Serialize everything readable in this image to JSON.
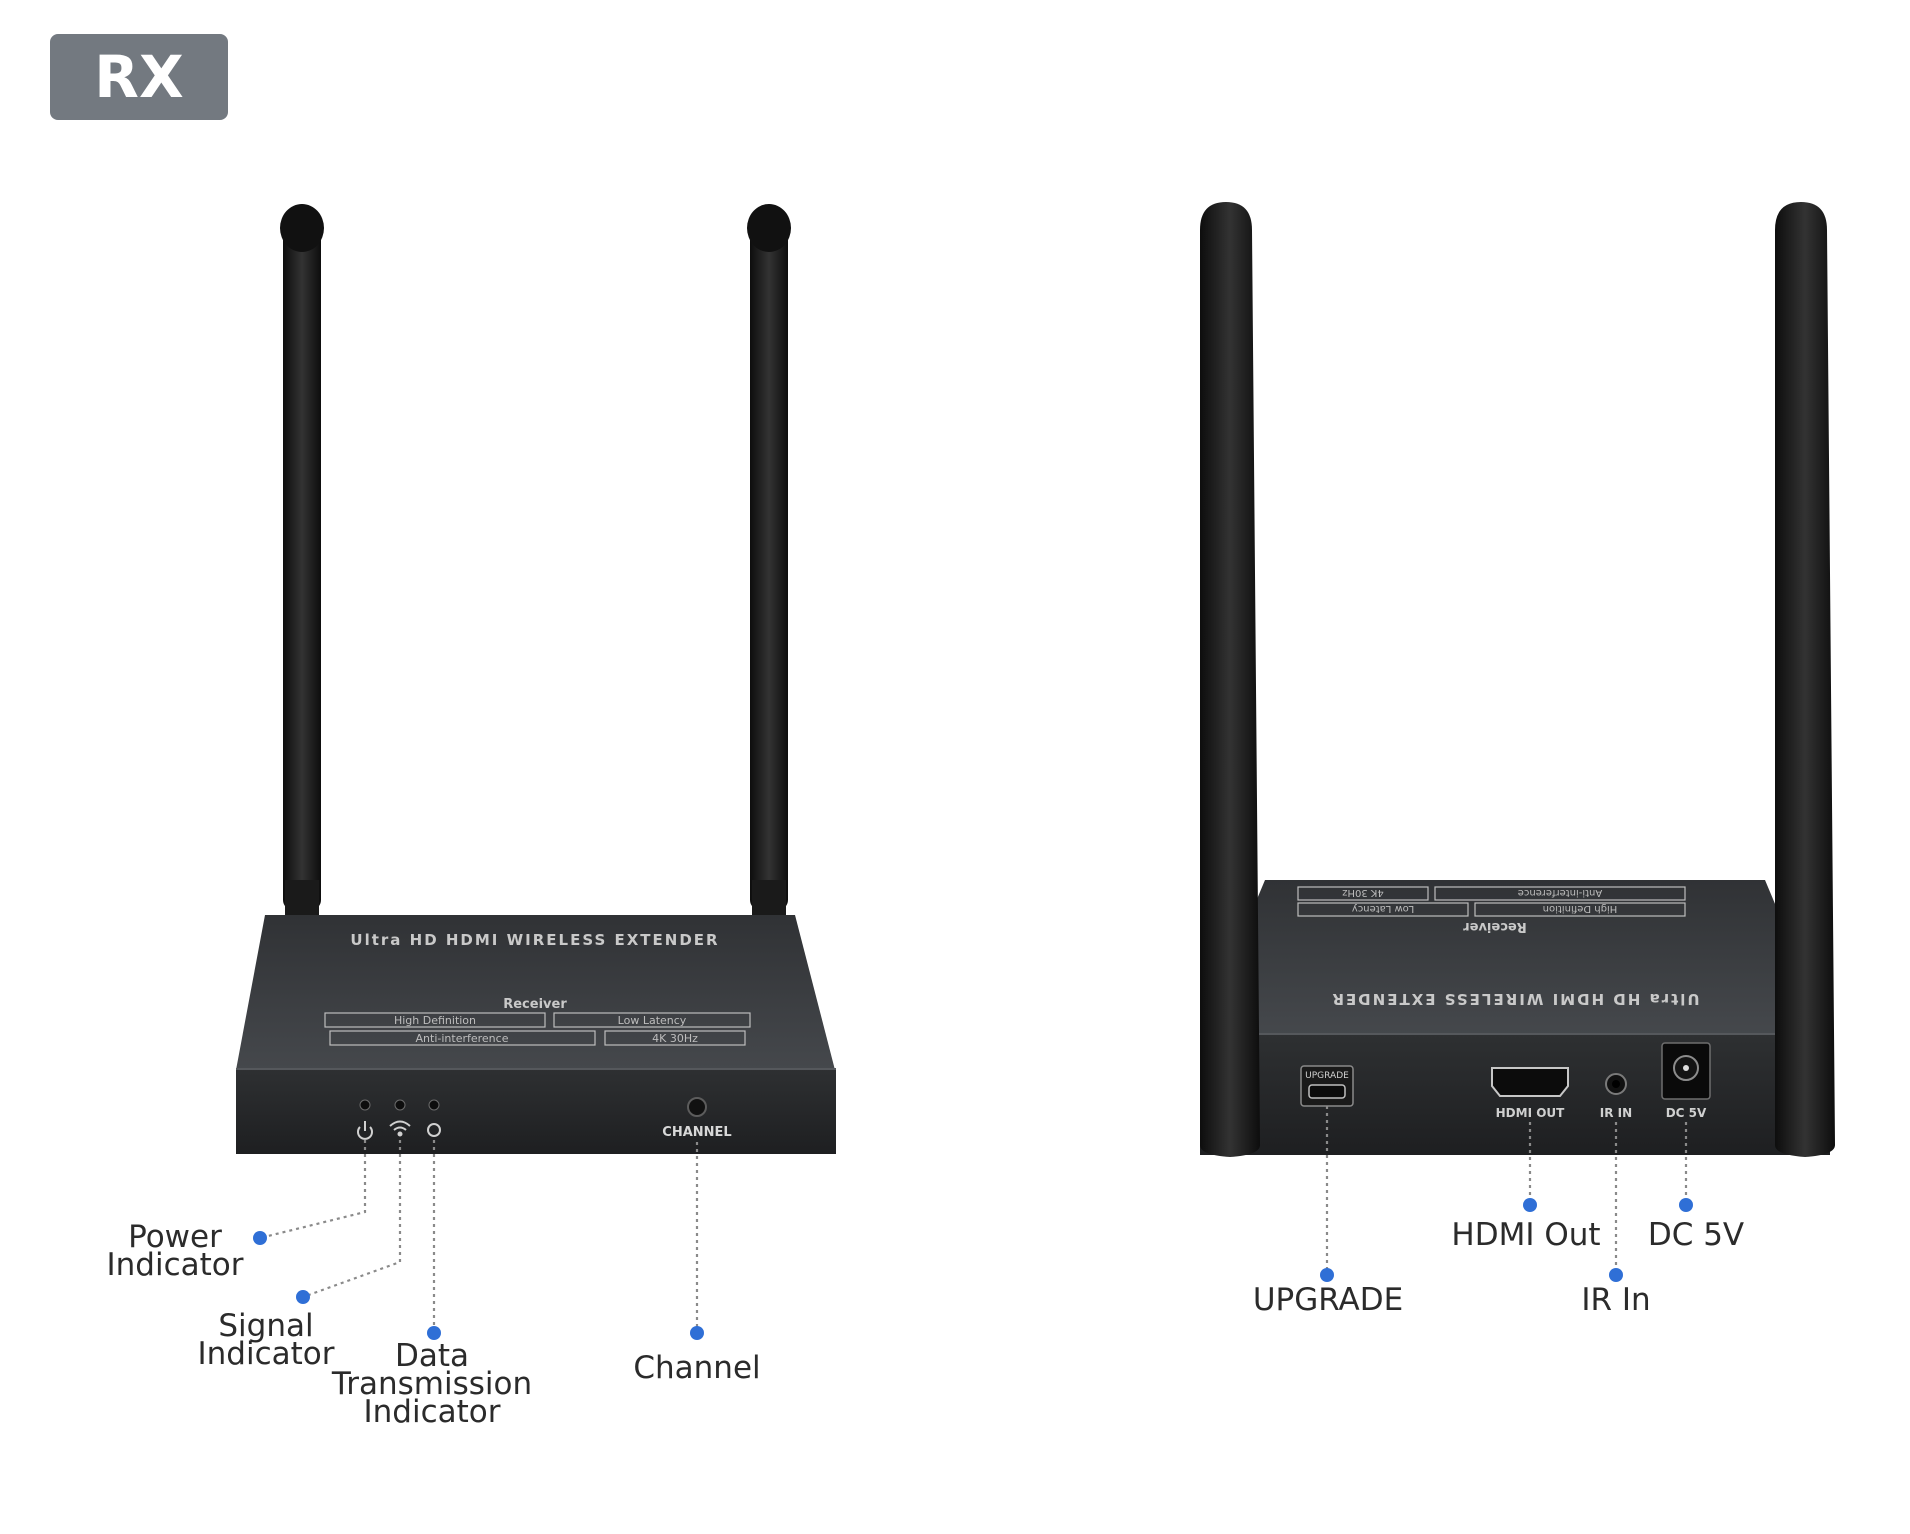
{
  "badge": {
    "text": "RX"
  },
  "front_device": {
    "top_text": "Ultra HD HDMI WIRELESS EXTENDER",
    "receiver_text": "Receiver",
    "features": [
      "High Definition",
      "Low Latency",
      "Anti-interference",
      "4K 30Hz"
    ],
    "channel_button_text": "CHANNEL"
  },
  "rear_device": {
    "top_text": "Ultra HD HDMI WIRELESS EXTENDER",
    "receiver_text": "Receiver",
    "features": [
      "High Definition",
      "Low Latency",
      "Anti-interference",
      "4K 30Hz"
    ],
    "port_texts": {
      "upgrade": "UPGRADE",
      "hdmi_out": "HDMI OUT",
      "ir_in": "IR IN",
      "dc_5v": "DC 5V"
    }
  },
  "callouts": {
    "power": [
      "Power",
      "Indicator"
    ],
    "signal": [
      "Signal",
      "Indicator"
    ],
    "data": [
      "Data",
      "Transmission",
      "Indicator"
    ],
    "channel": [
      "Channel"
    ],
    "upgrade": [
      "UPGRADE"
    ],
    "hdmi_out": [
      "HDMI Out"
    ],
    "ir_in": [
      "IR In"
    ],
    "dc_5v": [
      "DC 5V"
    ]
  },
  "colors": {
    "badge_bg": "#737980",
    "device_body": "#2a2c2e",
    "device_top": "#3a3c3f",
    "callout_dot": "#2f6fd6",
    "callout_line": "#8a8a8a"
  }
}
